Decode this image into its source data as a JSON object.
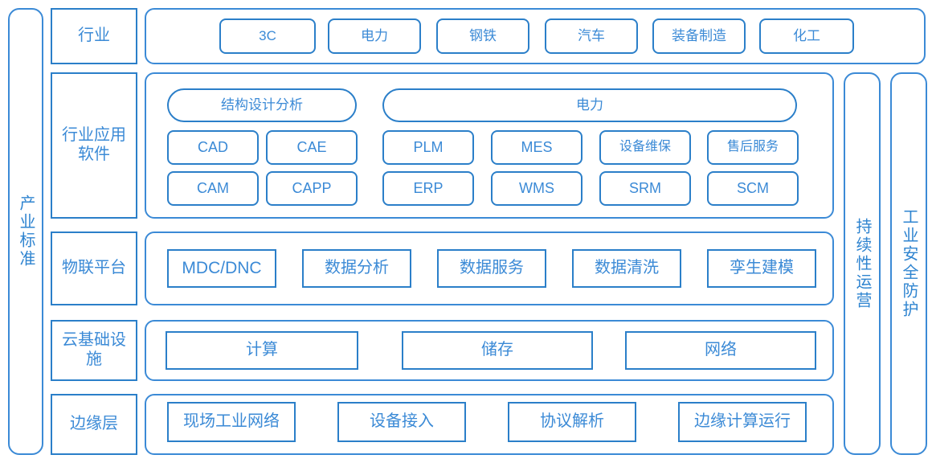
{
  "rails": {
    "left": {
      "label": "产业标准"
    },
    "right": [
      {
        "label": "持续性运营"
      },
      {
        "label": "工业安全防护"
      }
    ]
  },
  "stages": [
    {
      "key": "industry",
      "label": "行业"
    },
    {
      "key": "app_software",
      "label": "行业应用\n软件"
    },
    {
      "key": "iot_platform",
      "label": "物联平台"
    },
    {
      "key": "cloud_infra",
      "label": "云基础设\n施"
    },
    {
      "key": "edge_layer",
      "label": "边缘层"
    }
  ],
  "industry_row": {
    "items": [
      {
        "label": "3C"
      },
      {
        "label": "电力"
      },
      {
        "label": "钢铁"
      },
      {
        "label": "汽车"
      },
      {
        "label": "装备制造"
      },
      {
        "label": "化工"
      }
    ]
  },
  "app_software_row": {
    "groups": [
      {
        "title": "结构设计分析",
        "items": [
          {
            "label": "CAD"
          },
          {
            "label": "CAE"
          },
          {
            "label": "CAM"
          },
          {
            "label": "CAPP"
          }
        ]
      },
      {
        "title": "电力",
        "items": [
          {
            "label": "PLM"
          },
          {
            "label": "MES"
          },
          {
            "label": "设备维保"
          },
          {
            "label": "售后服务"
          },
          {
            "label": "ERP"
          },
          {
            "label": "WMS"
          },
          {
            "label": "SRM"
          },
          {
            "label": "SCM"
          }
        ]
      }
    ]
  },
  "iot_platform_row": {
    "items": [
      {
        "label": "MDC/DNC"
      },
      {
        "label": "数据分析"
      },
      {
        "label": "数据服务"
      },
      {
        "label": "数据清洗"
      },
      {
        "label": "孪生建模"
      }
    ]
  },
  "cloud_infra_row": {
    "items": [
      {
        "label": "计算"
      },
      {
        "label": "储存"
      },
      {
        "label": "网络"
      }
    ]
  },
  "edge_layer_row": {
    "items": [
      {
        "label": "现场工业网络"
      },
      {
        "label": "设备接入"
      },
      {
        "label": "协议解析"
      },
      {
        "label": "边缘计算运行"
      }
    ]
  },
  "colors": {
    "border": "#2b7fc9",
    "frame_border": "#3b8ad6",
    "text": "#3b8ad6"
  }
}
